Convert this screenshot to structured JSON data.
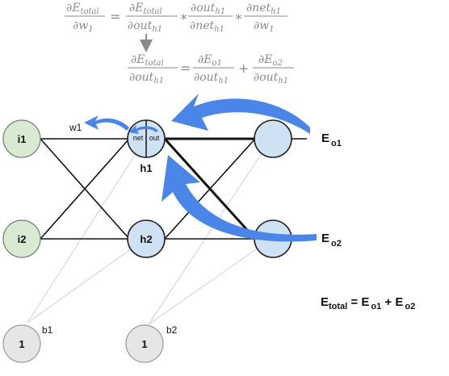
{
  "formula_top": {
    "lhs_num": "∂E",
    "lhs_num_sub": "total",
    "lhs_den": "∂w",
    "lhs_den_sub": "1",
    "eq": "=",
    "f1_num": "∂E",
    "f1_num_sub": "total",
    "f1_den": "∂out",
    "f1_den_sub": "h1",
    "star1": "∗",
    "f2_num": "∂out",
    "f2_num_sub": "h1",
    "f2_den": "∂net",
    "f2_den_sub": "h1",
    "star2": "∗",
    "f3_num": "∂net",
    "f3_num_sub": "h1",
    "f3_den": "∂w",
    "f3_den_sub": "1"
  },
  "formula_bottom": {
    "lhs_num": "∂E",
    "lhs_num_sub": "total",
    "lhs_den": "∂out",
    "lhs_den_sub": "h1",
    "eq": "=",
    "f1_num": "∂E",
    "f1_num_sub": "o1",
    "f1_den": "∂out",
    "f1_den_sub": "h1",
    "plus": "+",
    "f2_num": "∂E",
    "f2_num_sub": "o2",
    "f2_den": "∂out",
    "f2_den_sub": "h1"
  },
  "network": {
    "i1": "i1",
    "i2": "i2",
    "h1": "h1",
    "h2": "h2",
    "bias1_value": "1",
    "bias2_value": "1",
    "b1": "b1",
    "b2": "b2",
    "w1": "w1",
    "net": "net",
    "out": "out"
  },
  "errors": {
    "eo1_main": "E",
    "eo1_sub": "o1",
    "eo2_main": "E",
    "eo2_sub": "o2",
    "total_main": "E",
    "total_sub": "total",
    "total_eq": " = ",
    "total_t1_main": "E",
    "total_t1_sub": "o1",
    "total_plus": " + ",
    "total_t2_main": "E",
    "total_t2_sub": "o2"
  },
  "colors": {
    "input_fill": "#d9ead3",
    "hidden_fill": "#cfe2f3",
    "output_fill": "#cfe2f3",
    "bias_fill": "#e6e6e6",
    "arrow_blue": "#4a86e8",
    "formula_gray": "#8a8a8a"
  }
}
